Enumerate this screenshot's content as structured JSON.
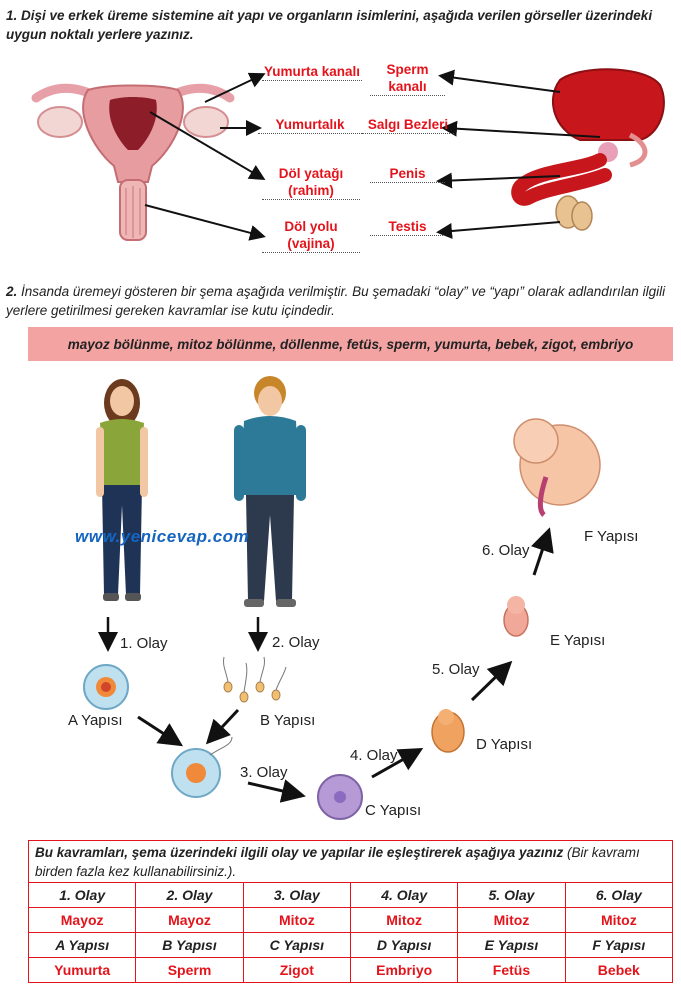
{
  "q1": {
    "number": "1.",
    "text": "Dişi ve erkek üreme sistemine ait yapı ve organların isimlerini, aşağıda verilen görseller üzerindeki uygun noktalı yerlere yazınız.",
    "female_labels": [
      "Yumurta kanalı",
      "Yumurtalık",
      "Döl yatağı (rahim)",
      "Döl yolu (vajina)"
    ],
    "male_labels": [
      "Sperm kanalı",
      "Salgı Bezleri",
      "Penis",
      "Testis"
    ]
  },
  "q2": {
    "number": "2.",
    "text": "İnsanda üremeyi gösteren bir şema aşağıda verilmiştir. Bu şemadaki “olay” ve “yapı” olarak adlandırılan ilgili yerlere getirilmesi gereken kavramlar ise kutu içindedir.",
    "concepts": "mayoz bölünme, mitoz bölünme, döllenme, fetüs, sperm, yumurta, bebek, zigot, embriyo",
    "watermark": "www.yenicevap.com",
    "diagram": {
      "olay1": "1. Olay",
      "olay2": "2. Olay",
      "olay3": "3. Olay",
      "olay4": "4. Olay",
      "olay5": "5. Olay",
      "olay6": "6. Olay",
      "yapiA": "A Yapısı",
      "yapiB": "B Yapısı",
      "yapiC": "C Yapısı",
      "yapiD": "D Yapısı",
      "yapiE": "E Yapısı",
      "yapiF": "F Yapısı"
    },
    "instruction_bold": "Bu kavramları, şema üzerindeki ilgili olay ve yapılar ile eşleştirerek aşağıya yazınız",
    "instruction_italic": "(Bir kavramı birden fazla kez kullanabilirsiniz.).",
    "table": {
      "olay_headers": [
        "1. Olay",
        "2. Olay",
        "3. Olay",
        "4. Olay",
        "5. Olay",
        "6. Olay"
      ],
      "olay_answers": [
        "Mayoz",
        "Mayoz",
        "Mitoz",
        "Mitoz",
        "Mitoz",
        "Mitoz"
      ],
      "yapi_headers": [
        "A Yapısı",
        "B Yapısı",
        "C Yapısı",
        "D Yapısı",
        "E Yapısı",
        "F Yapısı"
      ],
      "yapi_answers": [
        "Yumurta",
        "Sperm",
        "Zigot",
        "Embriyo",
        "Fetüs",
        "Bebek"
      ]
    }
  },
  "colors": {
    "accent_red": "#e3141b",
    "concept_box": "#f4a3a3",
    "watermark_blue": "#1565c0"
  }
}
